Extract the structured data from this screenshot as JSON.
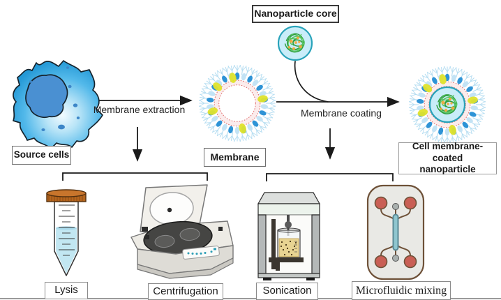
{
  "figure": {
    "labels": {
      "nanoparticle_core": "Nanoparticle core",
      "source_cells": "Source cells",
      "membrane": "Membrane",
      "coated_nanoparticle_line1": "Cell membrane-coated",
      "coated_nanoparticle_line2": "nanoparticle",
      "lysis": "Lysis",
      "centrifugation": "Centrifugation",
      "sonication": "Sonication",
      "microfluidic_mixing": "Microfluidic mixing"
    },
    "process_steps": {
      "membrane_extraction": "Membrane extraction",
      "membrane_coating": "Membrane coating"
    },
    "icons": {
      "source_cell": "cell-icon",
      "membrane": "membrane-vesicle-icon",
      "nanoparticle_core": "nanoparticle-icon",
      "coated_nanoparticle": "membrane-coated-nanoparticle-icon",
      "lysis": "conical-tube-icon",
      "centrifugation": "centrifuge-icon",
      "sonication": "sonicator-icon",
      "microfluidic_mixing": "microfluidic-chip-icon"
    },
    "colors": {
      "cell_blue": "#2599d6",
      "nucleus_blue": "#4a90d2",
      "spike_blue": "#b5ddf1",
      "oval_dark_blue": "#2e93d6",
      "oval_light_blue": "#c3e3f5",
      "protein_yellow": "#dfe32b",
      "dashed_ring_red": "#e06a6a",
      "core_fill": "#c9edf9",
      "core_stroke": "#28a3ba",
      "tangle_green": "#2f9e3e",
      "tangle_green_light": "#55c45e",
      "dot_orange": "#f2a93b",
      "cap_brown": "#b5651d",
      "liquid_blue": "#c2e7f2",
      "liquid_yellow": "#e8d492",
      "port_red": "#c95f55",
      "chip_outline_brown": "#6e5138",
      "channel_teal": "#67aab6",
      "arrow_black": "#1a1a1a"
    }
  }
}
